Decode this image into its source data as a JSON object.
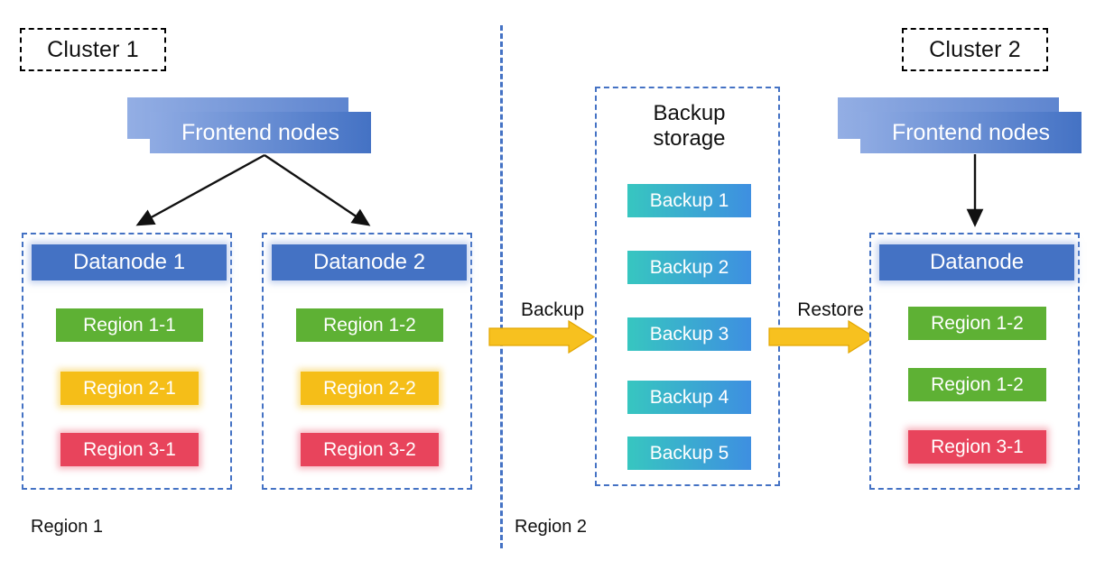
{
  "diagram": {
    "title_left": "Cluster 1",
    "title_right": "Cluster 2",
    "bottom_labels": {
      "left": "Region 1",
      "right": "Region 2"
    },
    "colors": {
      "node_blue": "#4472C4",
      "region_green": "#5EB134",
      "region_amber": "#F5BE18",
      "region_red": "#E8445C",
      "backup_teal": "#37C6C0",
      "backup_blue": "#3E8FE1",
      "arrow_yellow": "#F5BE18",
      "dashed_blue": "#4472C4",
      "line_black": "#111111"
    }
  },
  "cluster1": {
    "frontend": {
      "label": "Frontend nodes"
    },
    "datanodes": [
      {
        "header": "Datanode 1",
        "regions": [
          {
            "label": "Region 1-1",
            "color": "green"
          },
          {
            "label": "Region 2-1",
            "color": "amber"
          },
          {
            "label": "Region 3-1",
            "color": "red"
          }
        ]
      },
      {
        "header": "Datanode 2",
        "regions": [
          {
            "label": "Region 1-2",
            "color": "green"
          },
          {
            "label": "Region 2-2",
            "color": "amber"
          },
          {
            "label": "Region 3-2",
            "color": "red"
          }
        ]
      }
    ]
  },
  "backup_storage": {
    "title_line1": "Backup",
    "title_line2": "storage",
    "items": [
      {
        "label": "Backup 1"
      },
      {
        "label": "Backup 2"
      },
      {
        "label": "Backup 3"
      },
      {
        "label": "Backup 4"
      },
      {
        "label": "Backup 5"
      }
    ]
  },
  "cluster2": {
    "frontend": {
      "label": "Frontend nodes"
    },
    "datanode": {
      "header": "Datanode",
      "regions": [
        {
          "label": "Region 1-2",
          "color": "green"
        },
        {
          "label": "Region 1-2",
          "color": "green"
        },
        {
          "label": "Region 3-1",
          "color": "red"
        }
      ]
    }
  },
  "flows": {
    "backup": {
      "label": "Backup"
    },
    "restore": {
      "label": "Restore"
    }
  }
}
